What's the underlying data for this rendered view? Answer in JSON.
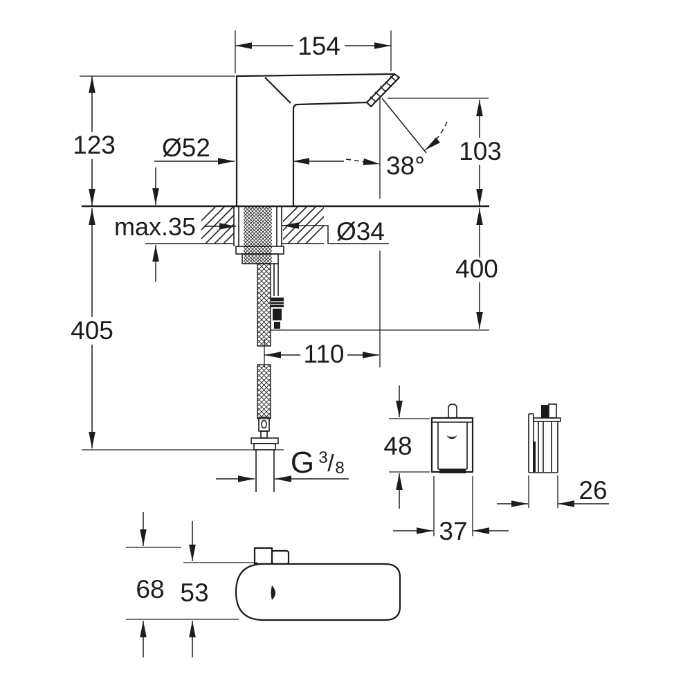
{
  "drawing": {
    "labels": {
      "spout_width": "154",
      "spout_height": "123",
      "body_diameter": "Ø52",
      "sensor_angle": "38°",
      "outlet_to_deck": "103",
      "deck_thickness": "max.35",
      "hole_diameter": "Ø34",
      "cable_length": "400",
      "hose_length": "405",
      "projection": "110",
      "thread": {
        "g": "G",
        "sup": "3",
        "slash": "/",
        "sub": "8"
      },
      "box_height": "48",
      "box_width": "37",
      "box_depth": "26",
      "topview_total_depth": "68",
      "topview_body_depth": "53"
    },
    "colors": {
      "line": "#1c1c1c",
      "background": "#ffffff"
    }
  }
}
